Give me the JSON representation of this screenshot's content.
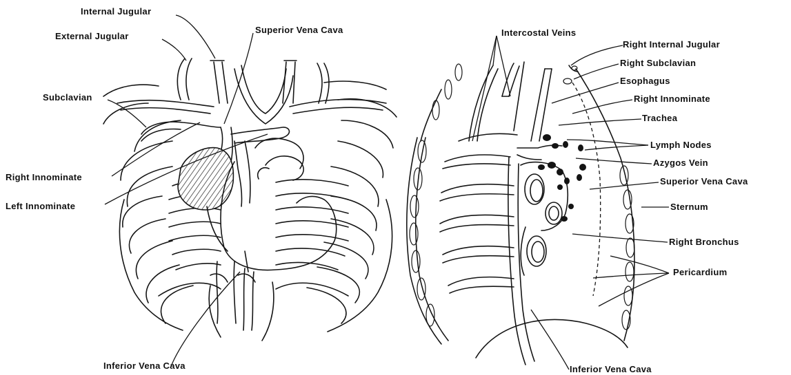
{
  "left_view": {
    "labels": {
      "internal_jugular": "Internal Jugular",
      "external_jugular": "External Jugular",
      "superior_vena_cava": "Superior Vena Cava",
      "subclavian": "Subclavian",
      "right_innominate": "Right Innominate",
      "left_innominate": "Left Innominate",
      "inferior_vena_cava": "Inferior Vena Cava"
    }
  },
  "right_view": {
    "labels": {
      "intercostal_veins": "Intercostal Veins",
      "right_internal_jugular": "Right Internal Jugular",
      "right_subclavian": "Right Subclavian",
      "esophagus": "Esophagus",
      "right_innominate": "Right Innominate",
      "trachea": "Trachea",
      "lymph_nodes": "Lymph Nodes",
      "azygos_vein": "Azygos Vein",
      "superior_vena_cava": "Superior Vena Cava",
      "sternum": "Sternum",
      "right_bronchus": "Right Bronchus",
      "pericardium": "Pericardium",
      "inferior_vena_cava": "Inferior Vena Cava"
    }
  }
}
